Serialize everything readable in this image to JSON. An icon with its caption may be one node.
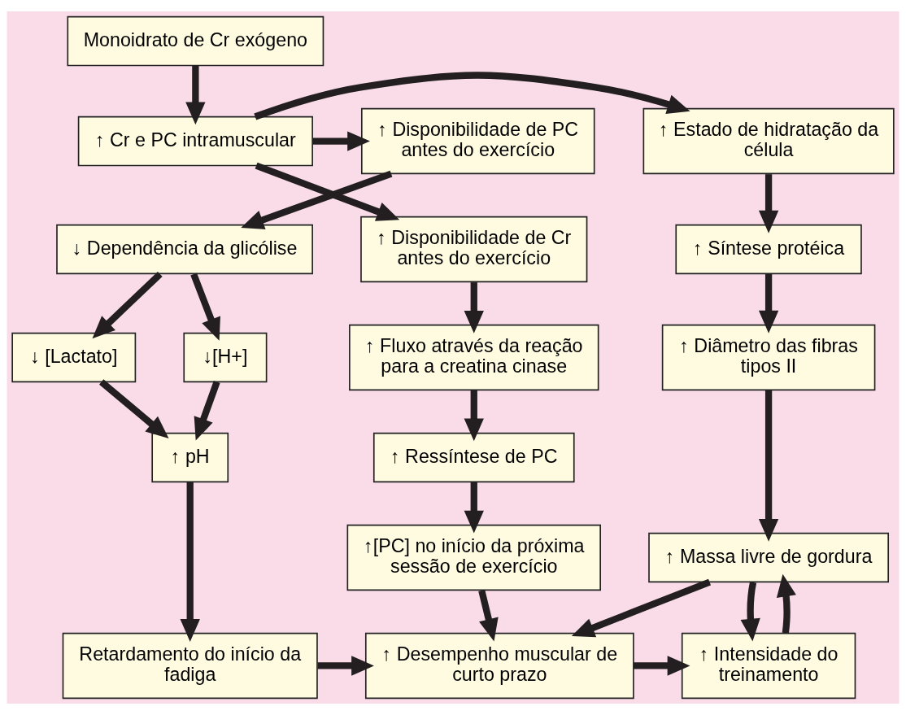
{
  "diagram": {
    "nodes": [
      {
        "text": [
          "Monoidrato de Cr exógeno"
        ]
      },
      {
        "text": [
          "↑ Cr e PC intramuscular"
        ]
      },
      {
        "text": [
          "↑ Disponibilidade de PC antes do exercício"
        ]
      },
      {
        "text": [
          "↑ Estado de hidratação da célula"
        ]
      },
      {
        "text": [
          "↓ Dependência da glicólise"
        ]
      },
      {
        "text": [
          "↑ Disponibilidade de Cr antes do exercício"
        ]
      },
      {
        "text": [
          "↑ Síntese protéica"
        ]
      },
      {
        "text": [
          "↓ [Lactato]"
        ]
      },
      {
        "text": [
          "↓[H+]"
        ]
      },
      {
        "text": [
          "↑ Fluxo através da reação para a creatina cinase"
        ]
      },
      {
        "text": [
          "↑ Diâmetro das fibras tipos II"
        ]
      },
      {
        "text": [
          "↑ pH"
        ]
      },
      {
        "text": [
          "↑ Ressíntese de PC"
        ]
      },
      {
        "text": [
          "↑ Massa livre de gordura"
        ]
      },
      {
        "text": [
          "↑[PC] no início da próxima sessão de exercício"
        ]
      },
      {
        "text": [
          "Retardamento do início da fadiga"
        ]
      },
      {
        "text": [
          "↑ Desempenho muscular de curto prazo"
        ]
      },
      {
        "text": [
          "↑ Intensidade do treinamento"
        ]
      }
    ],
    "edges": [
      {
        "from": 0,
        "to": 1,
        "arrow": "to"
      },
      {
        "from": 1,
        "to": 2,
        "arrow": "to"
      },
      {
        "from": 1,
        "to": 3,
        "arrow": "to"
      },
      {
        "from": 1,
        "to": 5,
        "arrow": "to"
      },
      {
        "from": 2,
        "to": 4,
        "arrow": "to"
      },
      {
        "from": 4,
        "to": 7,
        "arrow": "to"
      },
      {
        "from": 4,
        "to": 8,
        "arrow": "to"
      },
      {
        "from": 7,
        "to": 11,
        "arrow": "to"
      },
      {
        "from": 8,
        "to": 11,
        "arrow": "to"
      },
      {
        "from": 11,
        "to": 15,
        "arrow": "to"
      },
      {
        "from": 5,
        "to": 9,
        "arrow": "to"
      },
      {
        "from": 9,
        "to": 12,
        "arrow": "to"
      },
      {
        "from": 12,
        "to": 14,
        "arrow": "to"
      },
      {
        "from": 14,
        "to": 16,
        "arrow": "to"
      },
      {
        "from": 15,
        "to": 16,
        "arrow": "to"
      },
      {
        "from": 16,
        "to": 17,
        "arrow": "to"
      },
      {
        "from": 3,
        "to": 6,
        "arrow": "to"
      },
      {
        "from": 6,
        "to": 10,
        "arrow": "to"
      },
      {
        "from": 10,
        "to": 13,
        "arrow": "to"
      },
      {
        "from": 13,
        "to": 17,
        "arrow": "to"
      },
      {
        "from": 17,
        "to": 13,
        "arrow": "to"
      },
      {
        "from": 13,
        "to": 16,
        "arrow": "to"
      }
    ]
  }
}
